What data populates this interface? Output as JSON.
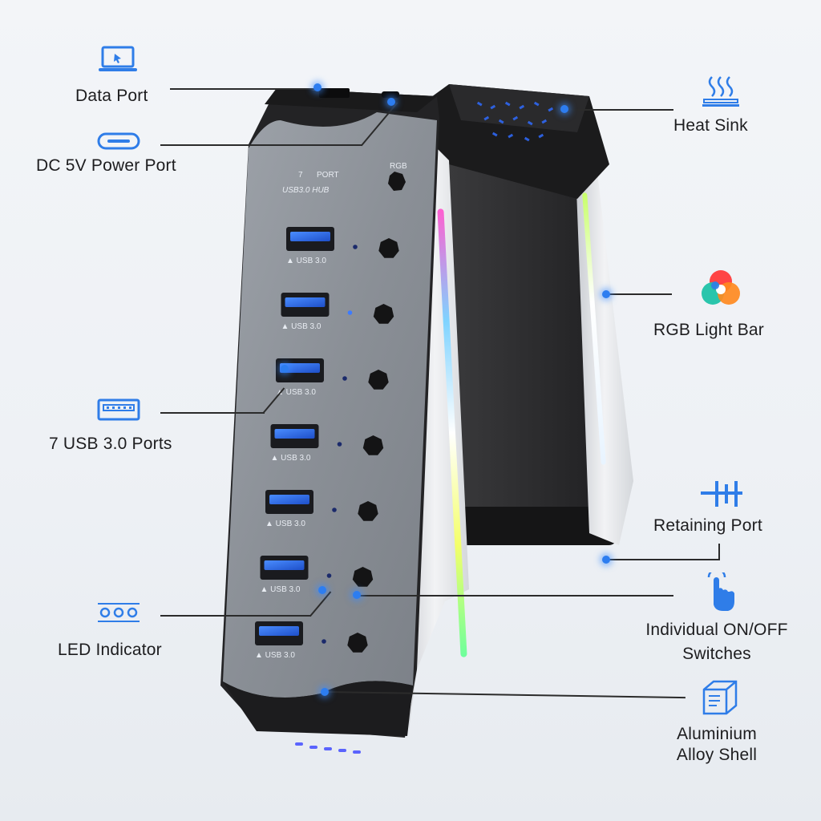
{
  "features": {
    "data_port": "Data Port",
    "dc_power": "DC 5V Power Port",
    "usb_ports": "7 USB 3.0 Ports",
    "led_indicator": "LED Indicator",
    "heat_sink": "Heat Sink",
    "rgb_bar": "RGB Light Bar",
    "retaining_port": "Retaining Port",
    "switches_line1": "Individual ON/OFF",
    "switches_line2": "Switches",
    "shell_line1": "Aluminium",
    "shell_line2": "Alloy Shell"
  },
  "device": {
    "port_count": "7",
    "port_word": "PORT",
    "model": "USB3.0 HUB",
    "rgb_button": "RGB",
    "port_label": "USB 3.0",
    "top_port_a": "USB 3.0",
    "top_port_b": "DC 5V"
  },
  "icons": [
    "laptop-icon",
    "usb-c-icon",
    "usb-a-icon",
    "led-icon",
    "heat-icon",
    "color-wheel-icon",
    "retaining-icon",
    "touch-icon",
    "cube-icon"
  ],
  "colors": {
    "accent": "#2f7de8",
    "led": "#2d7df0",
    "shell": "#8c9097",
    "body_dark": "#2b2b2d"
  }
}
